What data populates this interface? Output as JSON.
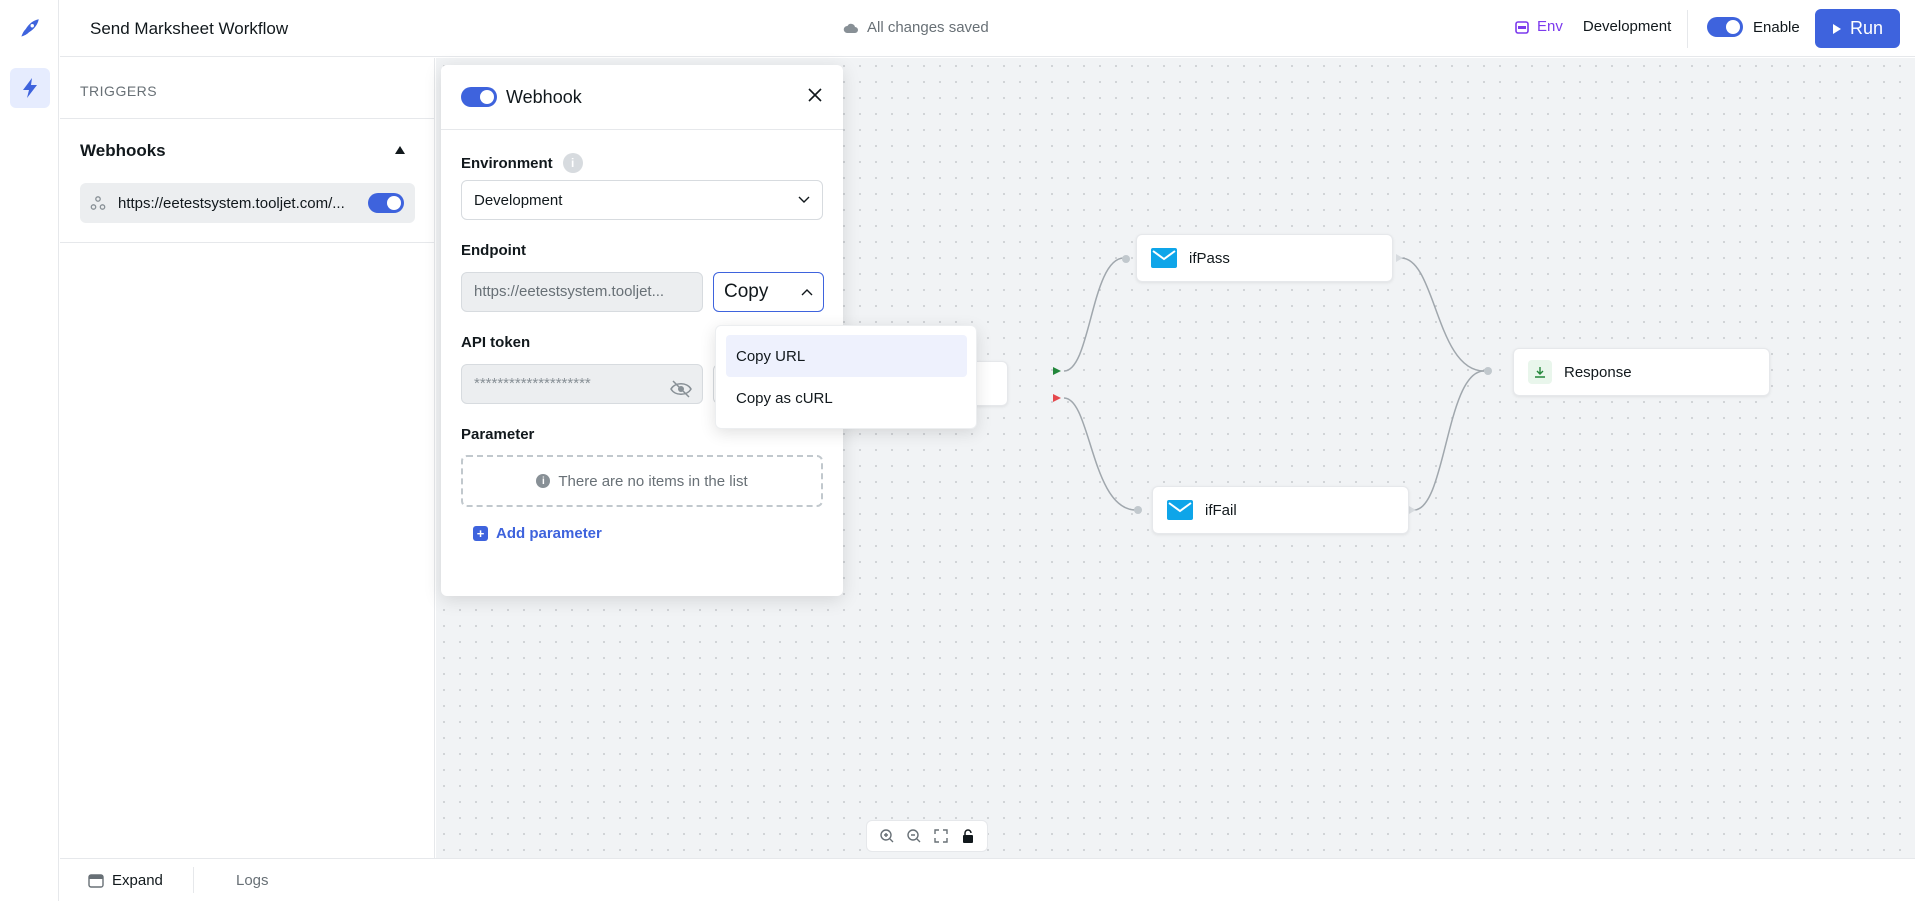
{
  "header": {
    "title": "Send Marksheet Workflow",
    "save_status": "All changes saved",
    "env_label": "Env",
    "env_value": "Development",
    "enable_label": "Enable",
    "run_label": "Run"
  },
  "sidebar": {
    "section_title": "TRIGGERS",
    "webhooks_heading": "Webhooks",
    "webhook_url": "https://eetestsystem.tooljet.com/..."
  },
  "panel": {
    "title": "Webhook",
    "environment_label": "Environment",
    "environment_value": "Development",
    "endpoint_label": "Endpoint",
    "endpoint_value": "https://eetestsystem.tooljet...",
    "copy_label": "Copy",
    "api_token_label": "API token",
    "api_token_value": "********************",
    "parameter_label": "Parameter",
    "empty_text": "There are no items in the list",
    "add_parameter": "Add parameter"
  },
  "copy_dropdown": {
    "options": [
      "Copy URL",
      "Copy as cURL"
    ],
    "highlighted": "Copy URL"
  },
  "nodes": {
    "if_pass": "ifPass",
    "if_fail": "ifFail",
    "response": "Response"
  },
  "bottombar": {
    "expand_label": "Expand",
    "logs_label": "Logs"
  },
  "colors": {
    "accent": "#3e63dd",
    "env": "#7c3aed",
    "mail": "#0ea5e9",
    "success_handle": "#22863a",
    "fail_handle": "#e5484d"
  }
}
